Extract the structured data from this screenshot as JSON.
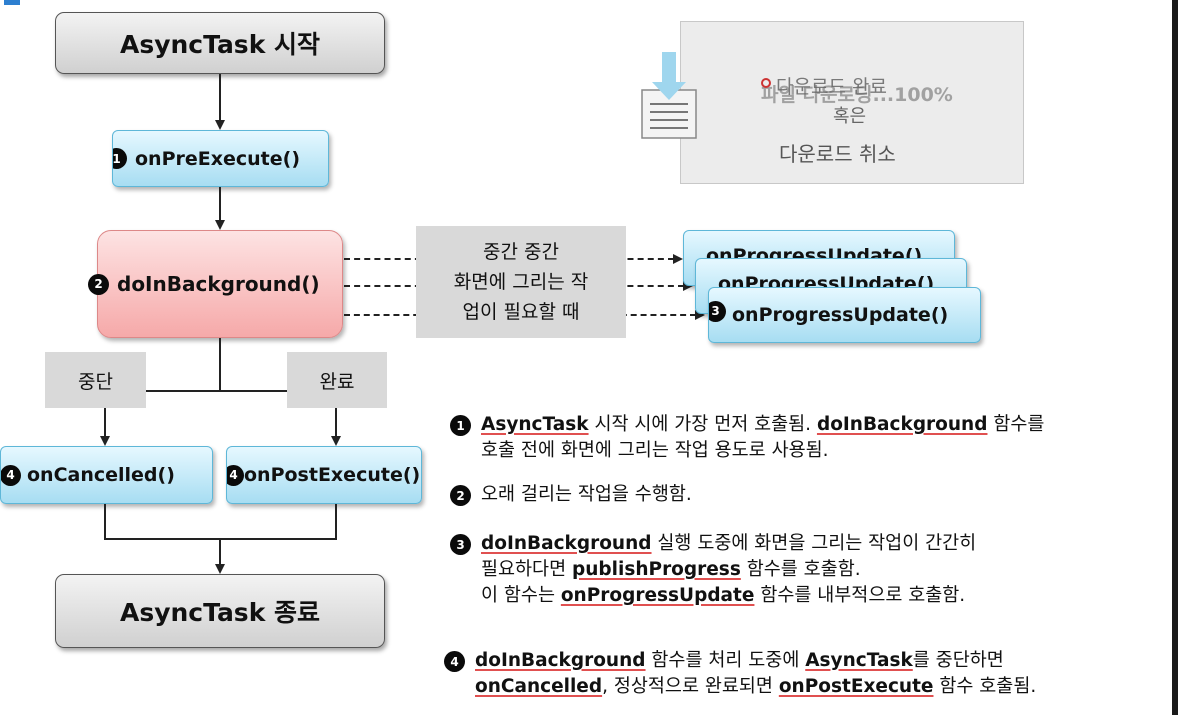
{
  "diagram": {
    "start_label": "AsyncTask 시작",
    "end_label": "AsyncTask 종료",
    "pre_execute": {
      "badge": "1",
      "label": "onPreExecute()"
    },
    "do_in_background": {
      "badge": "2",
      "label": "doInBackground()"
    },
    "progress_update": {
      "badge": "3",
      "label": "onProgressUpdate()"
    },
    "progress_update_back1": "onProgressUpdate()",
    "progress_update_back2": "onProgressUpdate()",
    "middle_note": [
      "중간 중간",
      "화면에 그리는 작",
      "업이 필요할 때"
    ],
    "cancel_label": "중단",
    "complete_label": "완료",
    "cancelled": {
      "badge": "4",
      "label": "onCancelled()"
    },
    "post_execute": {
      "badge": "4",
      "label": "onPostExecute()"
    }
  },
  "preview": {
    "line1": "다운로드 완료",
    "line1_overlap": "파일 다운로딩...100%",
    "line2": "혹은",
    "line3": "다운로드 취소",
    "icon": "file-download-icon"
  },
  "descriptions": [
    {
      "badge": "1",
      "lines": [
        [
          {
            "t": "AsyncTask",
            "u": true
          },
          {
            "t": " 시작 시에 가장 먼저 호출됨. "
          },
          {
            "t": "doInBackground",
            "u": true
          },
          {
            "t": " 함수를"
          }
        ],
        [
          {
            "t": "호출 전에 화면에 그리는 작업 용도로 사용됨."
          }
        ]
      ]
    },
    {
      "badge": "2",
      "lines": [
        [
          {
            "t": "오래 걸리는 작업을 수행함."
          }
        ]
      ]
    },
    {
      "badge": "3",
      "lines": [
        [
          {
            "t": "doInBackground",
            "u": true
          },
          {
            "t": " 실행 도중에 화면을 그리는 작업이 간간히"
          }
        ],
        [
          {
            "t": "필요하다면 "
          },
          {
            "t": "publishProgress",
            "u": true
          },
          {
            "t": " 함수를 호출함."
          }
        ],
        [
          {
            "t": "이 함수는 "
          },
          {
            "t": "onProgressUpdate",
            "u": true
          },
          {
            "t": " 함수를 내부적으로 호출함."
          }
        ]
      ]
    },
    {
      "badge": "4",
      "lines": [
        [
          {
            "t": "doInBackground",
            "u": true
          },
          {
            "t": " 함수를 처리 도중에 "
          },
          {
            "t": "AsyncTask",
            "u": true
          },
          {
            "t": "를 중단하면"
          }
        ],
        [
          {
            "t": "onCancelled",
            "u": true
          },
          {
            "t": ", 정상적으로 완료되면 "
          },
          {
            "t": "onPostExecute",
            "u": true
          },
          {
            "t": " 함수 호출됨."
          }
        ]
      ]
    }
  ]
}
